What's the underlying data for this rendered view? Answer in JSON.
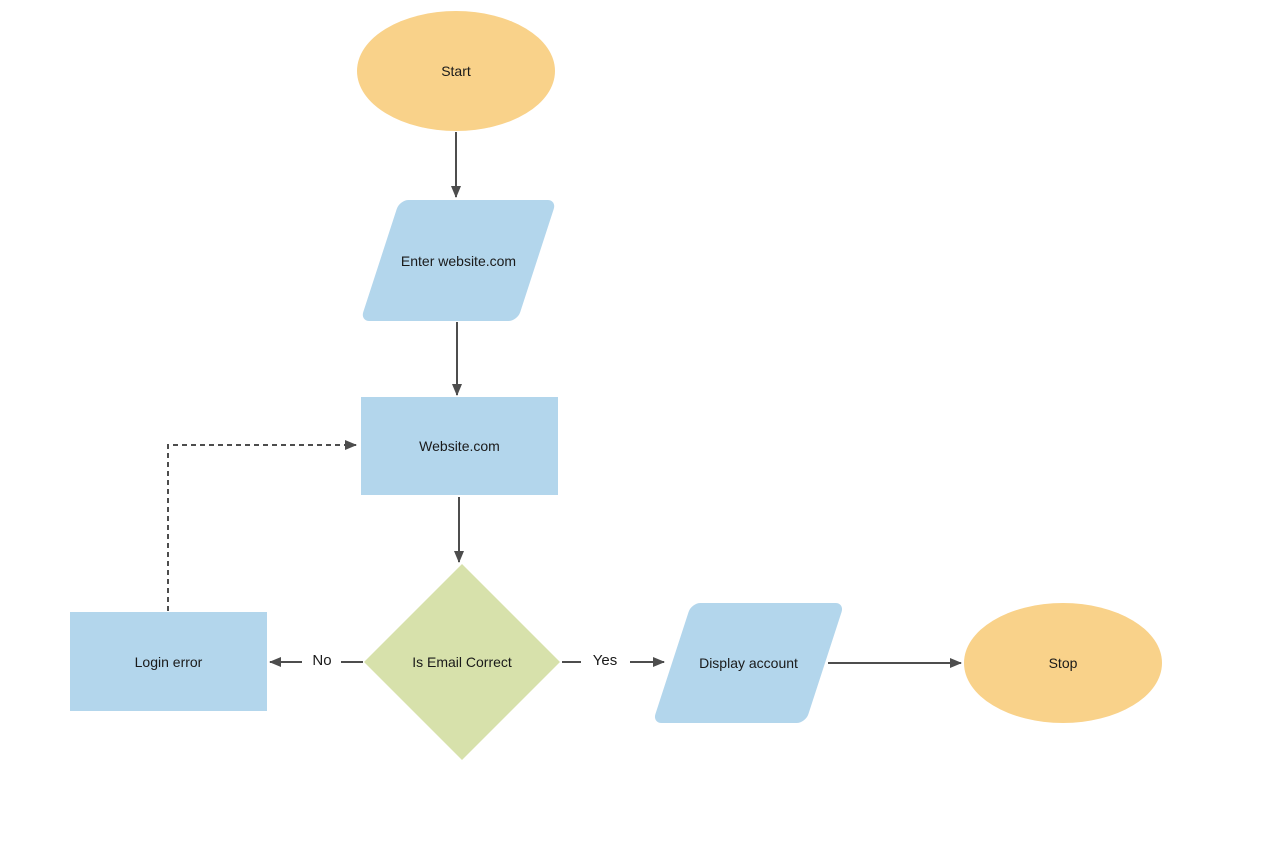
{
  "diagram": {
    "nodes": [
      {
        "id": "start",
        "type": "terminator-ellipse",
        "label": "Start"
      },
      {
        "id": "enter-website",
        "type": "data-parallelogram",
        "label": "Enter website.com"
      },
      {
        "id": "website",
        "type": "process-rectangle",
        "label": "Website.com"
      },
      {
        "id": "is-email-correct",
        "type": "decision-diamond",
        "label": "Is Email Correct"
      },
      {
        "id": "login-error",
        "type": "process-rectangle",
        "label": "Login error"
      },
      {
        "id": "display-account",
        "type": "data-parallelogram",
        "label": "Display account"
      },
      {
        "id": "stop",
        "type": "terminator-ellipse",
        "label": "Stop"
      }
    ],
    "edge_labels": {
      "no": "No",
      "yes": "Yes"
    },
    "colors": {
      "terminator_fill": "#f9d28a",
      "process_fill": "#b3d6ec",
      "decision_fill": "#d7e1ab",
      "connector": "#4d4d4d",
      "label_text": "#1a1a1a",
      "background": "#ffffff"
    }
  }
}
